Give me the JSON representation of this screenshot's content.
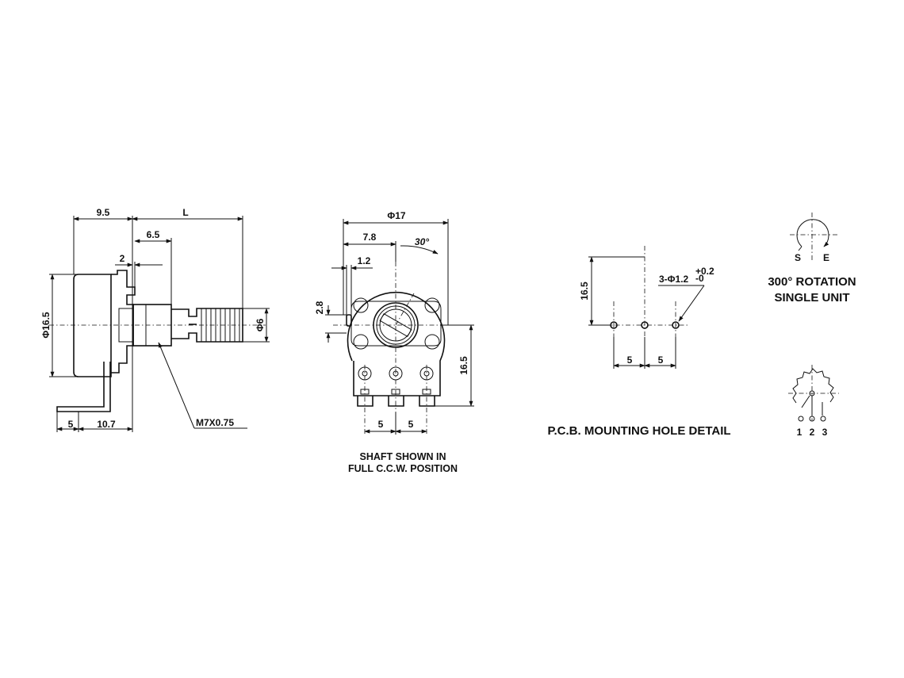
{
  "side_view": {
    "dim_top_left": "9.5",
    "dim_top_right": "L",
    "dim_bushing": "6.5",
    "dim_flange": "2",
    "dim_body_dia": "Φ16.5",
    "dim_shaft_dia": "Φ6",
    "dim_bottom_left": "5",
    "dim_bottom_right": "10.7",
    "thread_label": "M7X0.75"
  },
  "front_view": {
    "dim_diameter": "Φ17",
    "dim_offset": "7.8",
    "dim_angle": "30°",
    "dim_small": "1.2",
    "dim_height_small": "2.8",
    "dim_height": "16.5",
    "dim_pin1": "5",
    "dim_pin2": "5",
    "caption_line1": "SHAFT SHOWN IN",
    "caption_line2": "FULL C.C.W. POSITION"
  },
  "pcb_view": {
    "dim_height": "16.5",
    "hole_spec": "3-Φ1.2",
    "tol_plus": "+0.2",
    "tol_minus": "-0",
    "dim_pitch1": "5",
    "dim_pitch2": "5",
    "caption": "P.C.B. MOUNTING HOLE DETAIL"
  },
  "rotation": {
    "label_start": "S",
    "label_end": "E",
    "caption_line1": "300° ROTATION",
    "caption_line2": "SINGLE UNIT"
  },
  "schematic": {
    "pin1": "1",
    "pin2": "2",
    "pin3": "3"
  }
}
